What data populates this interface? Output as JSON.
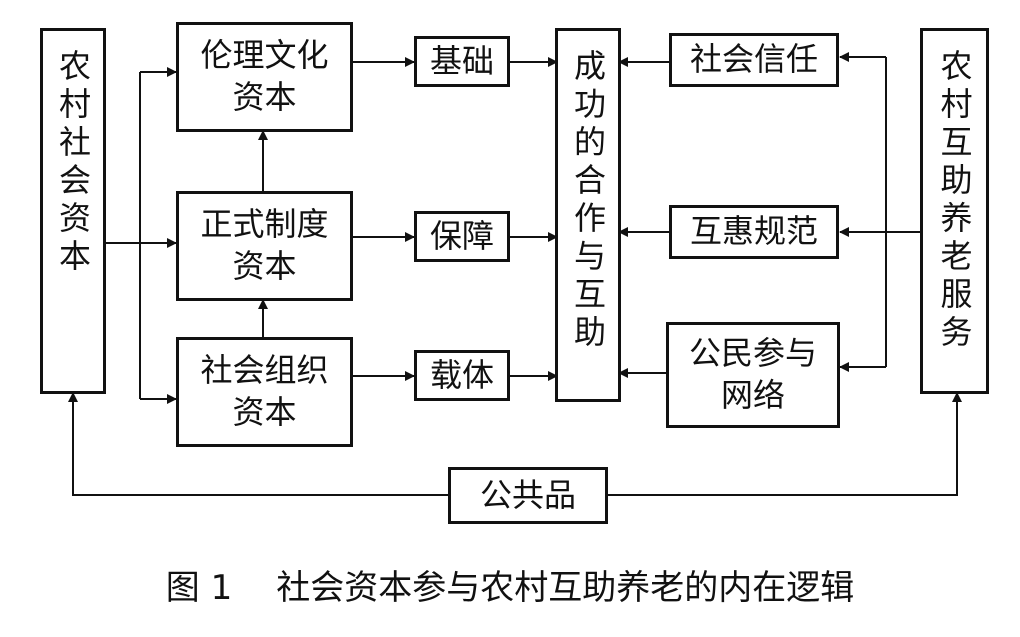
{
  "left_block": {
    "label": "农村社会资本"
  },
  "right_block": {
    "label": "农村互助养老服务"
  },
  "center_block": {
    "label": "成功的合作与互助"
  },
  "capitals": [
    {
      "id": "ethics",
      "label": "伦理文化\n资本"
    },
    {
      "id": "formal",
      "label": "正式制度\n资本"
    },
    {
      "id": "organization",
      "label": "社会组织\n资本"
    }
  ],
  "roles": [
    {
      "id": "foundation",
      "label": "基础"
    },
    {
      "id": "guarantee",
      "label": "保障"
    },
    {
      "id": "carrier",
      "label": "载体"
    }
  ],
  "factors": [
    {
      "id": "trust",
      "label": "社会信任"
    },
    {
      "id": "reciprocity",
      "label": "互惠规范"
    },
    {
      "id": "participation",
      "label": "公民参与\n网络"
    }
  ],
  "public_goods": {
    "label": "公共品"
  },
  "caption": {
    "number": "图 1",
    "title": "社会资本参与农村互助养老的内在逻辑"
  },
  "colors": {
    "line": "#111111",
    "background": "#ffffff"
  }
}
